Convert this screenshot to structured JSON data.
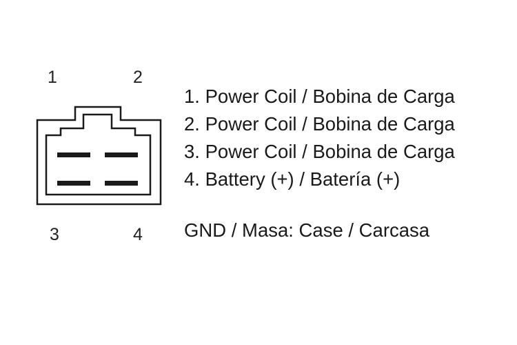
{
  "pin_numbers": {
    "pin1": "1",
    "pin2": "2",
    "pin3": "3",
    "pin4": "4"
  },
  "pinout": [
    {
      "text": "1. Power Coil / Bobina de Carga"
    },
    {
      "text": "2. Power Coil / Bobina de Carga"
    },
    {
      "text": "3. Power Coil / Bobina de Carga"
    },
    {
      "text": "4. Battery (+) / Batería (+)"
    }
  ],
  "ground": {
    "text": "GND / Masa: Case / Carcasa"
  },
  "colors": {
    "line": "#1a1a1a",
    "background": "#ffffff"
  }
}
